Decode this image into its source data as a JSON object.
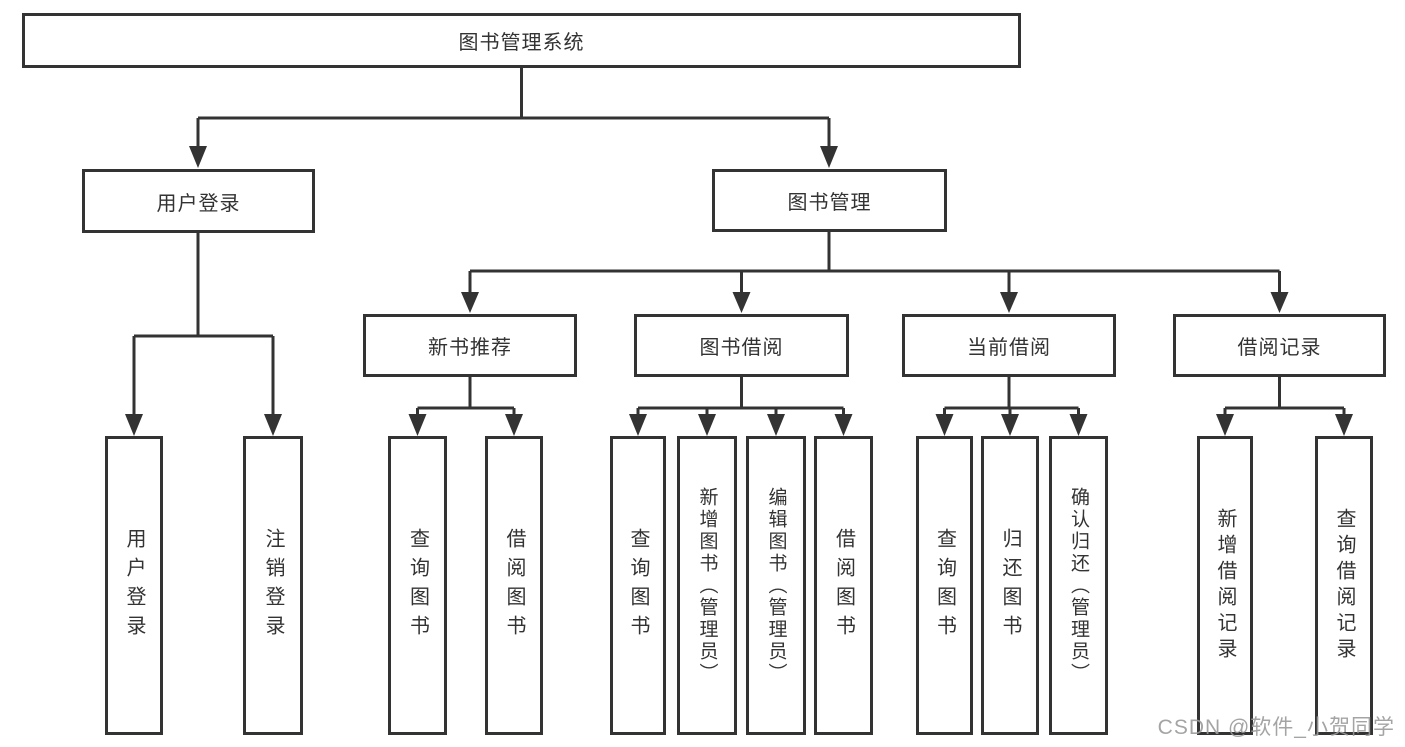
{
  "colors": {
    "line": "#333333",
    "text": "#333333",
    "box_background": "#ffffff",
    "watermark": "#9b9b9b"
  },
  "watermark": "CSDN @软件_小贺同学",
  "tree": {
    "root": {
      "label": "图书管理系统"
    },
    "branches": [
      {
        "label": "用户登录",
        "leaves": [
          {
            "label": "用户登录"
          },
          {
            "label": "注销登录"
          }
        ]
      },
      {
        "label": "图书管理",
        "groups": [
          {
            "label": "新书推荐",
            "leaves": [
              {
                "label": "查询图书"
              },
              {
                "label": "借阅图书"
              }
            ]
          },
          {
            "label": "图书借阅",
            "leaves": [
              {
                "label": "查询图书"
              },
              {
                "label": "新增图书（管理员）"
              },
              {
                "label": "编辑图书（管理员）"
              },
              {
                "label": "借阅图书"
              }
            ]
          },
          {
            "label": "当前借阅",
            "leaves": [
              {
                "label": "查询图书"
              },
              {
                "label": "归还图书"
              },
              {
                "label": "确认归还（管理员）"
              }
            ]
          },
          {
            "label": "借阅记录",
            "leaves": [
              {
                "label": "新增借阅记录"
              },
              {
                "label": "查询借阅记录"
              }
            ]
          }
        ]
      }
    ]
  }
}
